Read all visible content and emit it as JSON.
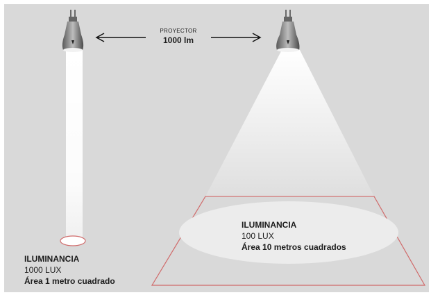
{
  "projector": {
    "label": "PROYECTOR",
    "value": "1000 lm"
  },
  "left_case": {
    "title": "ILUMINANCIA",
    "lux": "1000 LUX",
    "area": "Área 1 metro cuadrado"
  },
  "right_case": {
    "title": "ILUMINANCIA",
    "lux": "100 LUX",
    "area": "Área 10 metros cuadrados"
  },
  "colors": {
    "background": "#d9d9d9",
    "beam": "#ffffff",
    "floor_outline": "#d06a6a",
    "text": "#1c1c1c"
  },
  "icons": [
    "lamp-icon",
    "lamp-icon",
    "double-arrow-icon"
  ]
}
